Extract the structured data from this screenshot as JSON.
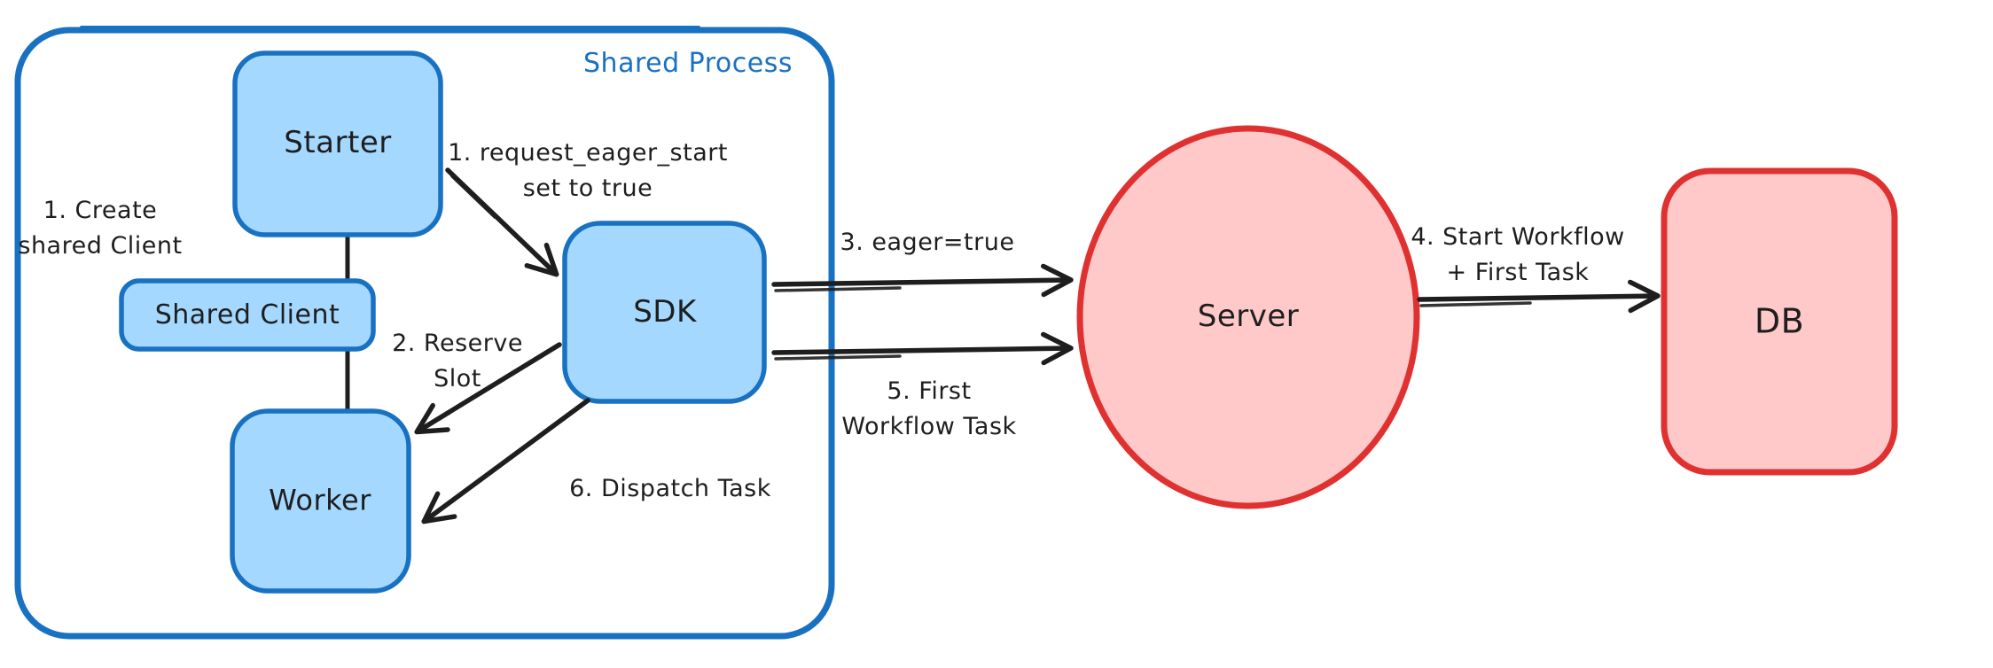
{
  "diagram": {
    "container_label": "Shared Process",
    "nodes": {
      "starter": "Starter",
      "shared_client": "Shared Client",
      "worker": "Worker",
      "sdk": "SDK",
      "server": "Server",
      "db": "DB"
    },
    "annotations": {
      "create_shared_client": [
        "1. Create",
        "shared Client"
      ],
      "request_eager_start": [
        "1. request_eager_start",
        "set to true"
      ],
      "reserve_slot": [
        "2. Reserve",
        "Slot"
      ],
      "eager_true": [
        "3. eager=true"
      ],
      "start_workflow": [
        "4. Start Workflow",
        "+ First Task"
      ],
      "first_workflow_task": [
        "5. First",
        "Workflow Task"
      ],
      "dispatch_task": [
        "6. Dispatch Task"
      ]
    },
    "colors": {
      "blue_stroke": "#1971c2",
      "blue_fill": "#a5d8ff",
      "red_stroke": "#e03131",
      "red_fill": "#ffc9c9",
      "text": "#1e1e1e"
    }
  }
}
